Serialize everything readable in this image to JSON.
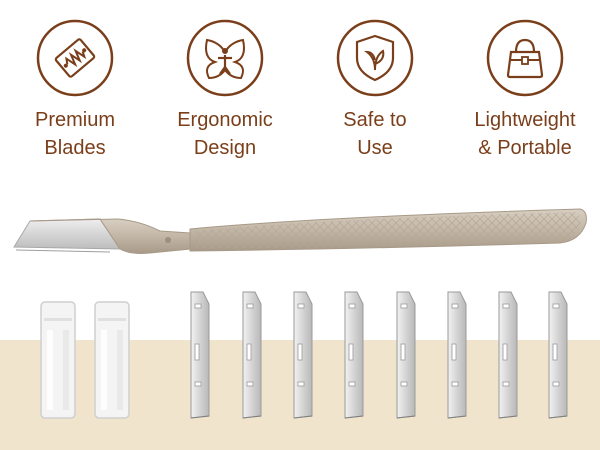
{
  "colors": {
    "accent": "#7a3f1a",
    "band": "#f1e4cd"
  },
  "features": [
    {
      "icon": "razor-blade-icon",
      "line1": "Premium",
      "line2": "Blades"
    },
    {
      "icon": "ergonomic-figure-icon",
      "line1": "Ergonomic",
      "line2": "Design"
    },
    {
      "icon": "shield-leaf-icon",
      "line1": "Safe to",
      "line2": "Use"
    },
    {
      "icon": "handbag-icon",
      "line1": "Lightweight",
      "line2": "& Portable"
    }
  ]
}
